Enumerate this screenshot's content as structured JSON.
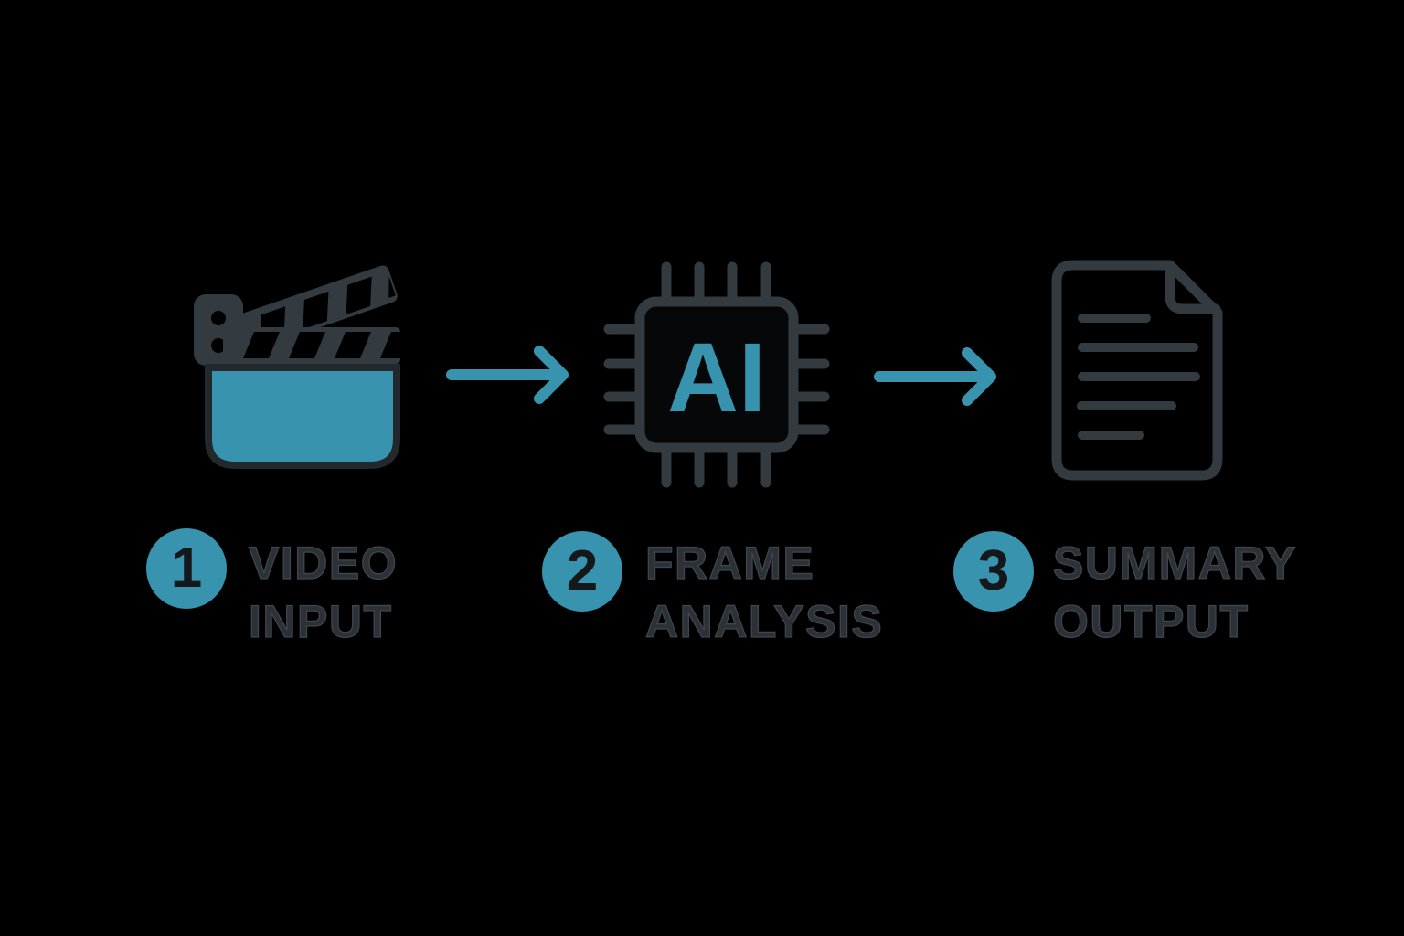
{
  "title": "video-summarization-process-flow",
  "colors": {
    "background": "#000000",
    "accent": "#3793ae",
    "icon_stroke": "#333a40",
    "icon_stroke_dark": "#23282d",
    "label_text": "#2b3137",
    "label_edge": "#3e454c",
    "badge_number": "#14181b"
  },
  "chip_text": "AI",
  "steps": [
    {
      "number": "1",
      "label_line1": "VIDEO",
      "label_line2": "INPUT",
      "icon": "clapperboard-icon"
    },
    {
      "number": "2",
      "label_line1": "FRAME",
      "label_line2": "ANALYSIS",
      "icon": "ai-chip-icon"
    },
    {
      "number": "3",
      "label_line1": "SUMMARY",
      "label_line2": "OUTPUT",
      "icon": "document-icon"
    }
  ],
  "arrows": {
    "count": 2,
    "direction": "right"
  }
}
